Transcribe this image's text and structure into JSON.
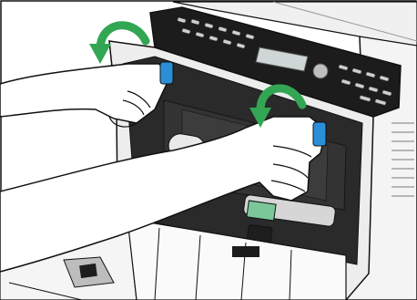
{
  "illustration": {
    "subject": "printer-front-cover-opening",
    "colors": {
      "background": "#ffffff",
      "outline": "#111111",
      "printer_body": "#f2f2f2",
      "printer_shadow": "#d8d8d8",
      "panel_dark": "#1c1c1c",
      "panel_button": "#cfcfcf",
      "interior_dark": "#2a2a2a",
      "interior_mid": "#3a3a3a",
      "skin": "#ffffff",
      "tab_blue": "#2a8fd8",
      "arrow_green": "#33a653",
      "green_part": "#7bc79a",
      "roller_light": "#e9e9e9"
    },
    "icons": {
      "left_arrow": "rotate-counterclockwise-arrow",
      "right_arrow": "rotate-counterclockwise-arrow",
      "left_tab": "release-lever",
      "right_tab": "release-lever"
    }
  }
}
